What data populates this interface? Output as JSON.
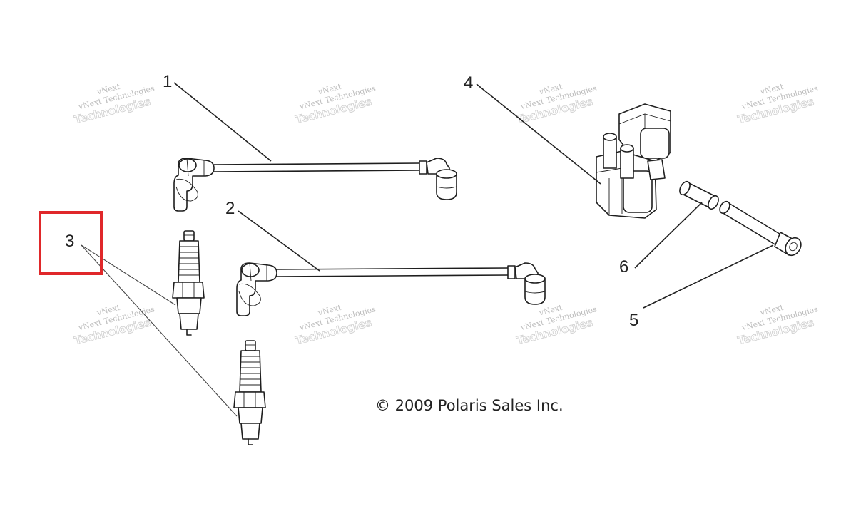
{
  "callouts": {
    "c1": "1",
    "c2": "2",
    "c3": "3",
    "c4": "4",
    "c5": "5",
    "c6": "6"
  },
  "copyright": "© 2009 Polaris Sales Inc.",
  "watermark": {
    "line1": "vNext Technologies",
    "line2": "Technologies",
    "line3": "vNext"
  },
  "highlight_color": "#e0282a"
}
